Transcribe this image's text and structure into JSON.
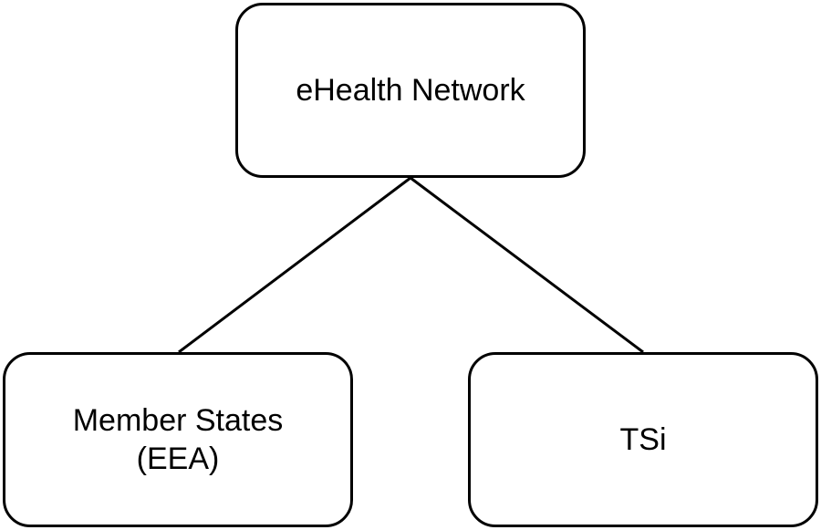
{
  "diagram": {
    "root": {
      "label": "eHealth Network"
    },
    "children": [
      {
        "line1": "Member States",
        "line2": "(EEA)"
      },
      {
        "label": "TSi"
      }
    ]
  },
  "colors": {
    "stroke": "#000000",
    "fill": "#ffffff",
    "text": "#000000"
  }
}
